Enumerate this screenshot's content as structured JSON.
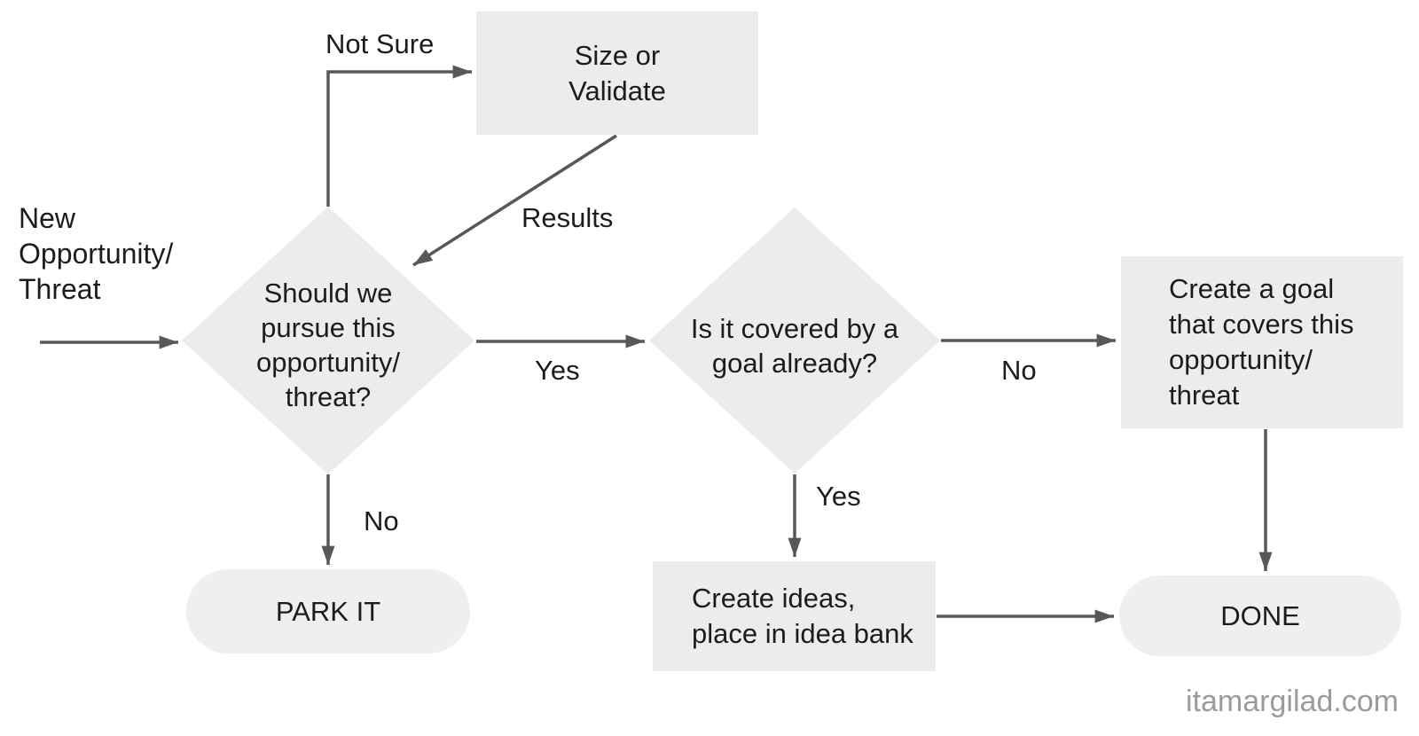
{
  "flowchart": {
    "start_label": "New\nOpportunity/\nThreat",
    "nodes": {
      "size_validate": {
        "label": "Size or\nValidate",
        "type": "process"
      },
      "pursue_decision": {
        "label": "Should we\npursue this\nopportunity/\nthreat?",
        "type": "decision"
      },
      "covered_decision": {
        "label": "Is it covered by a\ngoal already?",
        "type": "decision"
      },
      "create_goal": {
        "label": "Create a goal\nthat covers this\nopportunity/\nthreat",
        "type": "process"
      },
      "create_ideas": {
        "label": "Create ideas,\nplace in idea bank",
        "type": "process"
      },
      "park_it": {
        "label": "PARK IT",
        "type": "terminator"
      },
      "done": {
        "label": "DONE",
        "type": "terminator"
      }
    },
    "edge_labels": {
      "not_sure": "Not Sure",
      "results": "Results",
      "yes_pursue": "Yes",
      "no_pursue": "No",
      "yes_covered": "Yes",
      "no_covered": "No"
    },
    "watermark": "itamargilad.com",
    "colors": {
      "node_fill": "#ececec",
      "pill_fill": "#efefef",
      "arrow": "#58585b",
      "text": "#1c1c1c",
      "watermark_text": "#9b9b9b",
      "background": "#ffffff"
    }
  }
}
